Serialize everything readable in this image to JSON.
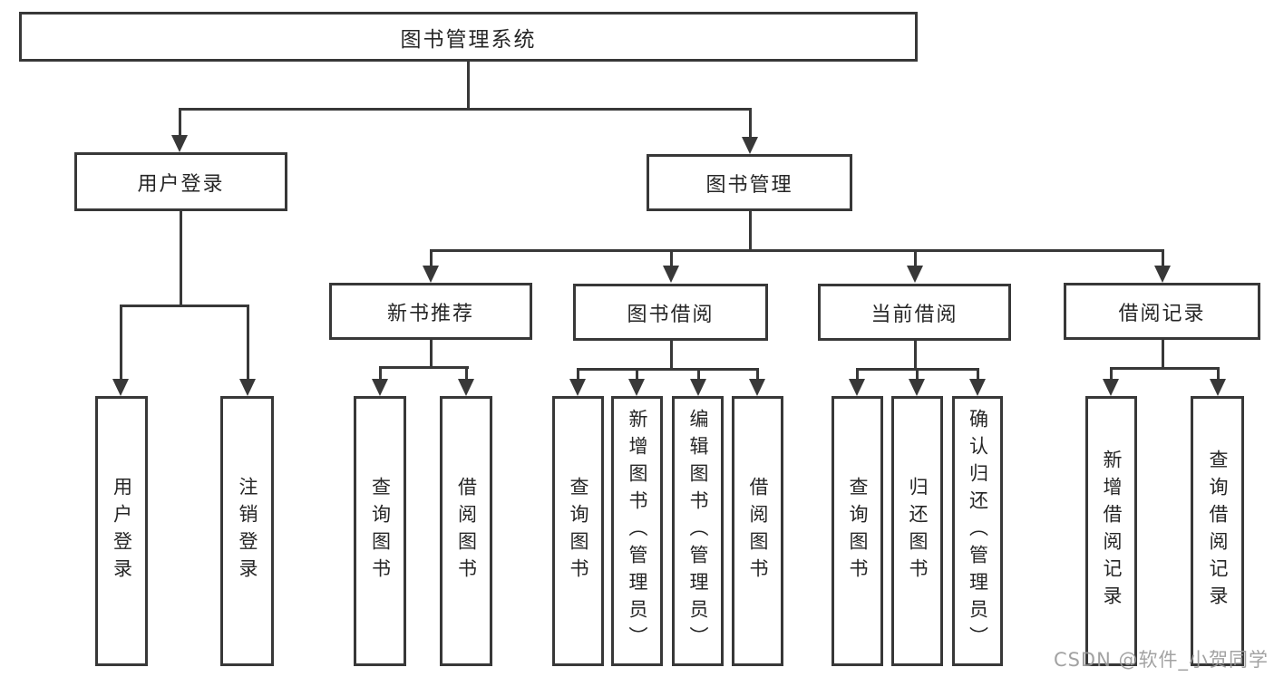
{
  "root": {
    "label": "图书管理系统"
  },
  "branches": {
    "user_login": {
      "label": "用户登录"
    },
    "book_mgmt": {
      "label": "图书管理"
    }
  },
  "modules": {
    "new_books": {
      "label": "新书推荐"
    },
    "borrow": {
      "label": "图书借阅"
    },
    "current": {
      "label": "当前借阅"
    },
    "records": {
      "label": "借阅记录"
    }
  },
  "leaves": {
    "user_login": [
      "用户登录",
      "注销登录"
    ],
    "new_books": [
      "查询图书",
      "借阅图书"
    ],
    "borrow": [
      "查询图书",
      "新增图书（管理员）",
      "编辑图书（管理员）",
      "借阅图书"
    ],
    "current": [
      "查询图书",
      "归还图书",
      "确认归还（管理员）"
    ],
    "records": [
      "新增借阅记录",
      "查询借阅记录"
    ]
  },
  "watermark": {
    "text": "CSDN @软件_小贺同学"
  },
  "colors": {
    "line": "#383838",
    "text": "#262626",
    "watermark": "#9b9b9b",
    "background": "#ffffff"
  }
}
